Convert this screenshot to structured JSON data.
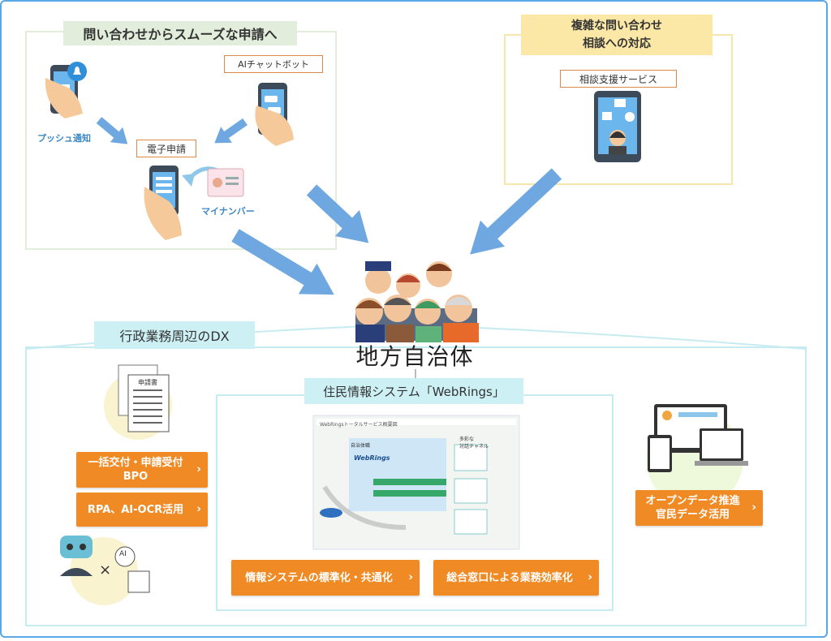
{
  "sections": {
    "inquiry_title": "問い合わせからスムーズな申請へ",
    "consult_title_line1": "複雑な問い合わせ",
    "consult_title_line2": "相談への対応",
    "dx_title": "行政業務周辺のDX",
    "webrings_title": "住民情報システム「WebRings」"
  },
  "labels": {
    "ai_chatbot": "AIチャットボット",
    "push_notice": "プッシュ通知",
    "e_application": "電子申請",
    "my_number": "マイナンバー",
    "consult_service": "相談支援サービス",
    "municipality": "地方自治体",
    "document": "申請書",
    "ai_badge": "AI",
    "times": "×"
  },
  "buttons": {
    "bpo": "一括交付・申請受付\nBPO",
    "rpa": "RPA、AI-OCR活用",
    "standardize": "情報システムの標準化・共通化",
    "window": "総合窓口による業務効率化",
    "opendata": "オープンデータ推進\n官民データ活用",
    "chevron": "›"
  },
  "system_image": {
    "header": "WebRingsトータルサービス概要図",
    "logo": "WebRings",
    "residents": "自治体職",
    "channels": "多彩な\n対話チャネル"
  },
  "colors": {
    "accent_orange": "#f08a24",
    "arrow_blue": "#6fa8e0",
    "frame_blue": "#5aa7e6"
  }
}
